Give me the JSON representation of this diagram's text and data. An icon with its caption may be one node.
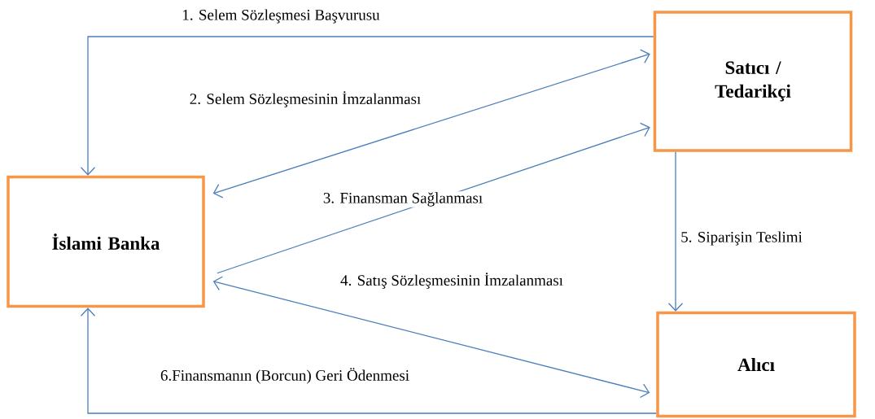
{
  "diagram": {
    "nodes": [
      {
        "text": [
          "İslami Banka"
        ]
      },
      {
        "text": [
          "Satıcı / Tedarikçi"
        ]
      },
      {
        "text": [
          "Alıcı"
        ]
      }
    ],
    "edges": [
      {
        "from": 1,
        "to": 0,
        "arrow": "to",
        "label": "1. Selem Sözleşmesi Başvurusu"
      },
      {
        "from": 0,
        "to": 1,
        "arrow": "both",
        "label": "2. Selem Sözleşmesinin İmzalanması"
      },
      {
        "from": 0,
        "to": 1,
        "arrow": "to",
        "label": "3. Finansman Sağlanması"
      },
      {
        "from": 0,
        "to": 2,
        "arrow": "both",
        "label": "4. Satış Sözleşmesinin İmzalanması"
      },
      {
        "from": 1,
        "to": 2,
        "arrow": "to",
        "label": "5. Siparişin Teslimi"
      },
      {
        "from": 2,
        "to": 0,
        "arrow": "to",
        "label": "6.Finansmanın (Borcun) Geri Ödenmesi"
      }
    ]
  }
}
